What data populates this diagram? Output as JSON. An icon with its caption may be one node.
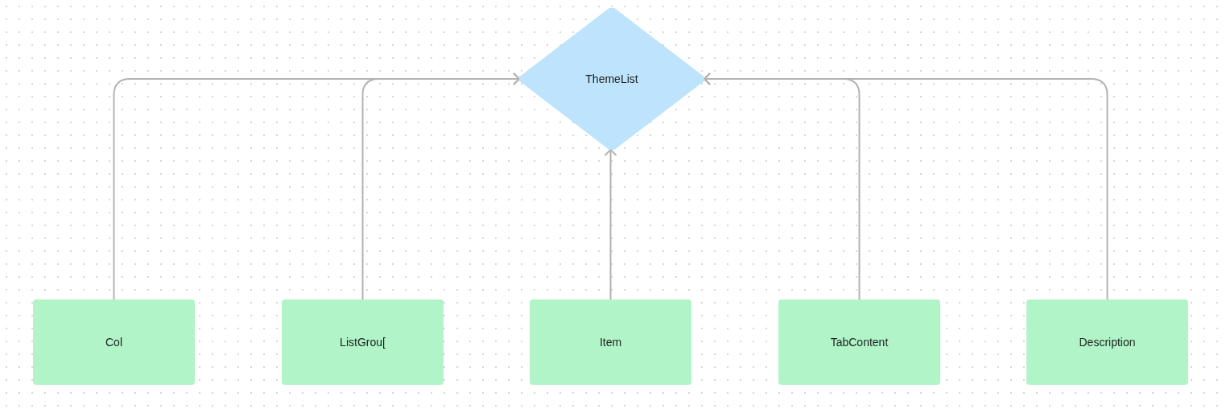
{
  "diagram": {
    "nodes": [
      {
        "text": [
          "ThemeList"
        ]
      },
      {
        "text": [
          "Col"
        ]
      },
      {
        "text": [
          "ListGrou["
        ]
      },
      {
        "text": [
          "Item"
        ]
      },
      {
        "text": [
          "TabContent"
        ]
      },
      {
        "text": [
          "Description"
        ]
      }
    ],
    "edges": [
      {
        "from": 1,
        "to": 0,
        "arrow": "to"
      },
      {
        "from": 2,
        "to": 0,
        "arrow": "to"
      },
      {
        "from": 3,
        "to": 0,
        "arrow": "to"
      },
      {
        "from": 4,
        "to": 0,
        "arrow": "to"
      },
      {
        "from": 5,
        "to": 0,
        "arrow": "to"
      }
    ]
  }
}
